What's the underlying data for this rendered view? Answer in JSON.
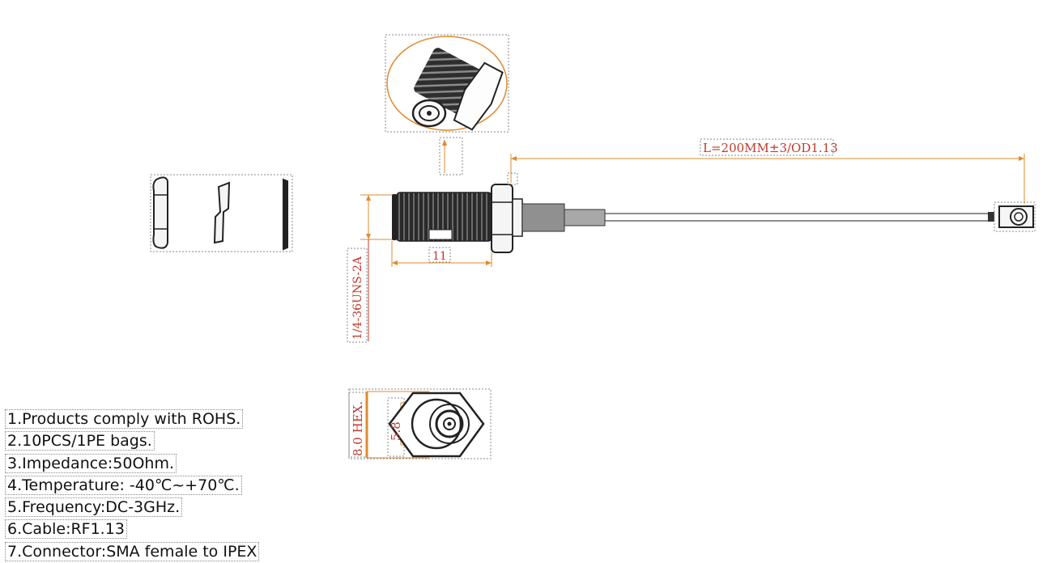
{
  "dimensions": {
    "cable_length": "L=200MM±3/OD1.13",
    "thread_length": "11",
    "thread_spec": "1/4-36UNS-2A",
    "hex_size": "8.0 HEX.",
    "face_diameter": "5.8"
  },
  "notes": [
    "1.Products comply with ROHS.",
    "2.10PCS/1PE bags.",
    "3.Impedance:50Ohm.",
    "4.Temperature: -40℃~+70℃.",
    "5.Frequency:DC-3GHz.",
    "6.Cable:RF1.13",
    "7.Connector:SMA female to IPEX"
  ],
  "colors": {
    "dimension": "#c0392b",
    "leader": "#e08a2e",
    "outline": "#222222"
  }
}
